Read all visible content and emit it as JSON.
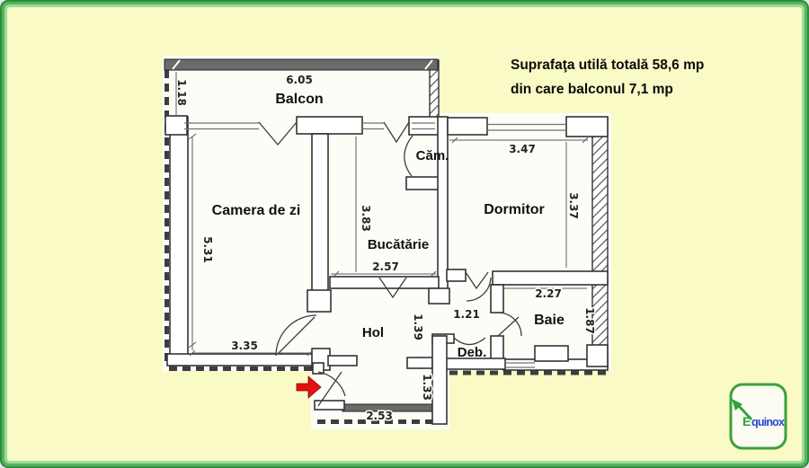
{
  "annotation": {
    "line1": "Suprafaţa utilă totală 58,6 mp",
    "line2": "din care balconul 7,1 mp"
  },
  "rooms": {
    "balcon": {
      "label": "Balcon",
      "width": "6.05",
      "depth": "1.18"
    },
    "camera_de_zi": {
      "label": "Camera de zi",
      "depth": "5.31",
      "width": "3.35"
    },
    "bucatarie": {
      "label": "Bucătărie",
      "depth": "3.83",
      "width": "2.57"
    },
    "camara": {
      "label": "Căm."
    },
    "dormitor": {
      "label": "Dormitor",
      "width": "3.47",
      "depth": "3.37"
    },
    "hol": {
      "label": "Hol",
      "passage": "1.39"
    },
    "pasaj": {
      "dim": "1.21"
    },
    "debara": {
      "label": "Deb."
    },
    "baie": {
      "label": "Baie",
      "width": "2.27",
      "depth": "1.87"
    },
    "intrare": {
      "width": "2.53",
      "dim": "1.33"
    }
  },
  "logo": {
    "letter": "E",
    "rest": "quinox"
  },
  "colors": {
    "frame_green": "#3FA348",
    "background": "#FAFAC7",
    "paper": "#FDFDF8",
    "wall": "#333333",
    "arrow_red": "#E11212",
    "logo_green": "#2FA136",
    "logo_blue": "#2447CE"
  }
}
